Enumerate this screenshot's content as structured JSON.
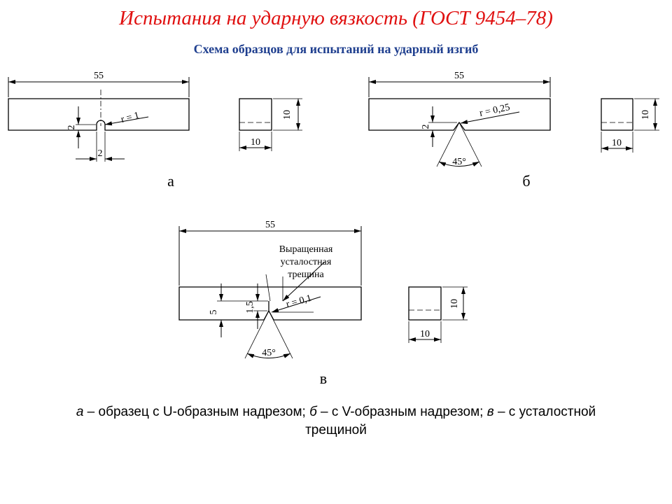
{
  "title": "Испытания на ударную вязкость (ГОСТ 9454–78)",
  "subtitle": "Схема образцов для испытаний на ударный изгиб",
  "figure_a": {
    "label": "а",
    "length_dim": "55",
    "notch_depth_dim": "2",
    "notch_width_dim": "2",
    "radius_label": "r = 1",
    "section_height_dim": "10",
    "section_width_dim": "10"
  },
  "figure_b": {
    "label": "б",
    "length_dim": "55",
    "notch_depth_dim": "2",
    "radius_label": "r = 0,25",
    "angle_label": "45°",
    "section_height_dim": "10",
    "section_width_dim": "10"
  },
  "figure_c": {
    "label": "в",
    "length_dim": "55",
    "crack_label_line1": "Выращенная",
    "crack_label_line2": "усталостная",
    "crack_label_line3": "трещина",
    "depth_dim_outer": "5",
    "depth_dim_inner": "1,5",
    "radius_label": "r = 0,1",
    "angle_label": "45°",
    "section_height_dim": "10",
    "section_width_dim": "10"
  },
  "caption": {
    "a_letter": "а",
    "a_text": " – образец с U-образным надрезом; ",
    "b_letter": "б",
    "b_text": " – с V-образным надрезом; ",
    "c_letter": "в",
    "c_text": " – с усталостной",
    "line2": "трещиной"
  }
}
